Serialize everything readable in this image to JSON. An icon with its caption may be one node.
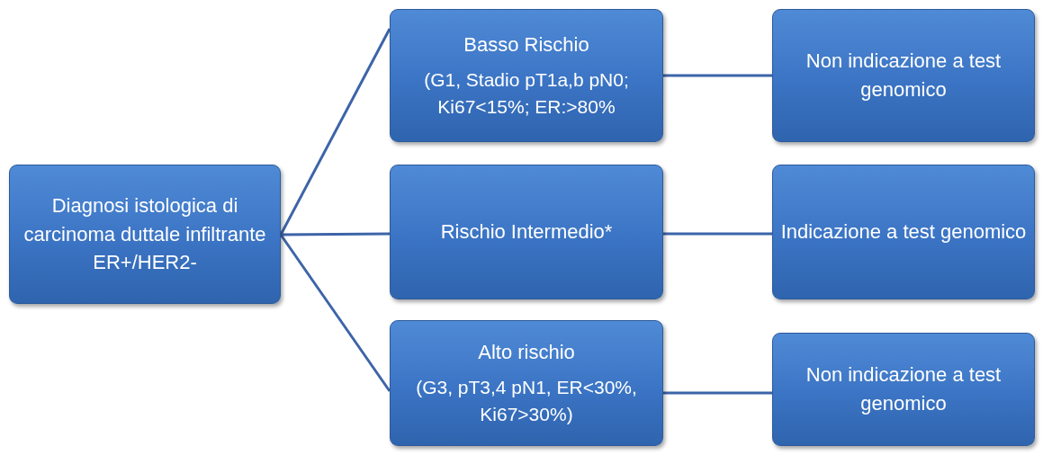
{
  "diagram": {
    "nodes": [
      {
        "text": [
          "Diagnosi istologica di carcinoma duttale infiltrante ER+/HER2-"
        ]
      },
      {
        "text": [
          "Basso Rischio",
          "(G1, Stadio pT1a,b pN0; Ki67<15%; ER:>80%"
        ]
      },
      {
        "text": [
          "Rischio Intermedio*"
        ]
      },
      {
        "text": [
          "Alto rischio",
          "(G3, pT3,4 pN1, ER<30%, Ki67>30%)"
        ]
      },
      {
        "text": [
          "Non indicazione a test genomico"
        ]
      },
      {
        "text": [
          "Indicazione a test genomico"
        ]
      },
      {
        "text": [
          "Non indicazione a test genomico"
        ]
      }
    ],
    "edges": [
      {
        "from": 0,
        "to": 1,
        "arrow": "none"
      },
      {
        "from": 0,
        "to": 2,
        "arrow": "none"
      },
      {
        "from": 0,
        "to": 3,
        "arrow": "none"
      },
      {
        "from": 1,
        "to": 4,
        "arrow": "none"
      },
      {
        "from": 2,
        "to": 5,
        "arrow": "none"
      },
      {
        "from": 3,
        "to": 6,
        "arrow": "none"
      }
    ]
  }
}
